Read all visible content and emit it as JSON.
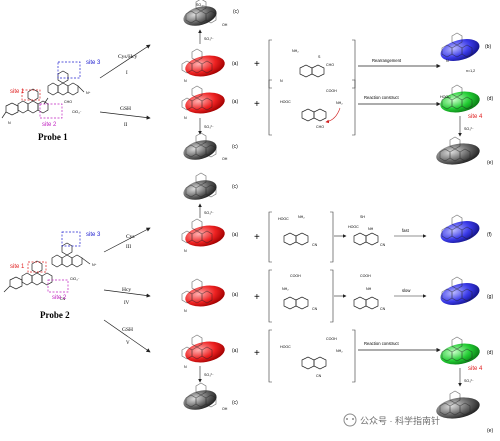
{
  "probes": [
    {
      "title": "Probe 1",
      "sites": [
        "site 1",
        "site 2",
        "site 3"
      ]
    },
    {
      "title": "Probe 2",
      "sites": [
        "site 1",
        "site 2",
        "site 3"
      ]
    }
  ],
  "group_labels": {
    "cho": "CHO",
    "clo4": "ClO₄⁻",
    "so3": "SO₃²⁻",
    "so3_top": "SO₃–",
    "oh": "OH",
    "cn": "CN",
    "n": "N",
    "o": "O",
    "hooc": "HOOC",
    "cooh": "COOH",
    "nh2": "NH₂",
    "sh": "SH",
    "s": "S",
    "nh": "NH",
    "n_plus": "N⁺",
    "n_eq": "n=1,2"
  },
  "reactions": [
    {
      "condition": "Cys/Hcy",
      "roman": "I"
    },
    {
      "condition": "GSH",
      "roman": "II"
    },
    {
      "condition": "Cys",
      "roman": "III"
    },
    {
      "condition": "Hcy",
      "roman": "IV"
    },
    {
      "condition": "GSH",
      "roman": "V"
    }
  ],
  "product_labels": [
    "(a)",
    "(b)",
    "(c)",
    "(d)",
    "(e)",
    "(f)",
    "(g)"
  ],
  "arrow_labels": {
    "rearrangement": "Rearrangement",
    "reaction_construct": "Reaction construct",
    "fast": "fast",
    "slow": "slow"
  },
  "site4": "site 4",
  "plus": "+",
  "watermark": "公众号 · 科学指南针"
}
